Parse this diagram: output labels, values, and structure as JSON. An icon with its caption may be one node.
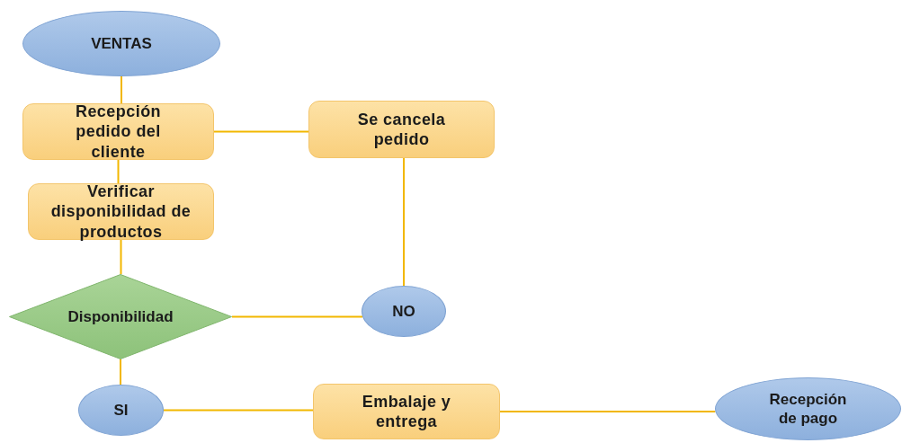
{
  "diagram": {
    "nodes": [
      {
        "text": [
          "VENTAS"
        ]
      },
      {
        "text": [
          "Recepción pedido del cliente"
        ]
      },
      {
        "text": [
          "Se cancela pedido"
        ]
      },
      {
        "text": [
          "Verificar disponibilidad de productos"
        ]
      },
      {
        "text": [
          "Disponibilidad"
        ]
      },
      {
        "text": [
          "NO"
        ]
      },
      {
        "text": [
          "SI"
        ]
      },
      {
        "text": [
          "Embalaje y entrega"
        ]
      },
      {
        "text": [
          "Recepción de pago"
        ]
      }
    ],
    "edges": [
      {
        "from": 0,
        "to": 1,
        "arrow": "none"
      },
      {
        "from": 1,
        "to": 2,
        "arrow": "none"
      },
      {
        "from": 1,
        "to": 3,
        "arrow": "none"
      },
      {
        "from": 3,
        "to": 4,
        "arrow": "none"
      },
      {
        "from": 4,
        "to": 5,
        "arrow": "none"
      },
      {
        "from": 5,
        "to": 2,
        "arrow": "none"
      },
      {
        "from": 4,
        "to": 6,
        "arrow": "none"
      },
      {
        "from": 6,
        "to": 7,
        "arrow": "none"
      },
      {
        "from": 7,
        "to": 8,
        "arrow": "none"
      }
    ]
  }
}
